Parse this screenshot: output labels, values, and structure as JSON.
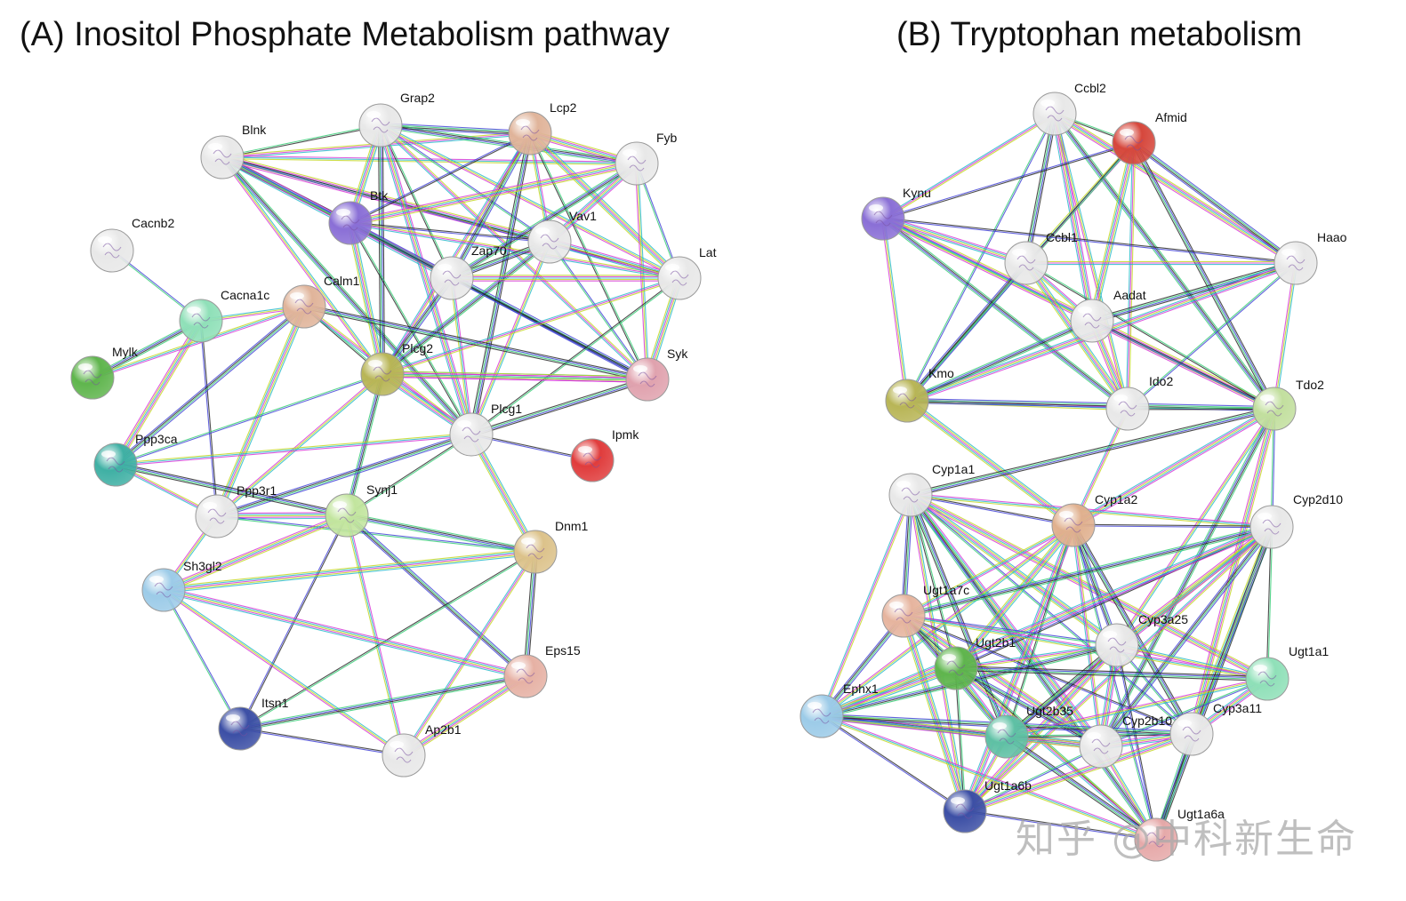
{
  "titles": {
    "a": "(A) Inositol Phosphate Metabolism pathway",
    "b": "(B) Tryptophan metabolism"
  },
  "watermark": "知乎 @中科新生命",
  "edge_colors": [
    "#2ecc71",
    "#c2d61a",
    "#222222",
    "#d62fd6",
    "#3b3bd6",
    "#21b8c9"
  ],
  "network_a": {
    "nodes": [
      {
        "id": "Blnk",
        "color": "#e8e8e8"
      },
      {
        "id": "Grap2",
        "color": "#e8e8e8"
      },
      {
        "id": "Lcp2",
        "color": "#e0b49a"
      },
      {
        "id": "Fyb",
        "color": "#e8e8e8"
      },
      {
        "id": "Btk",
        "color": "#8a6fd6"
      },
      {
        "id": "Vav1",
        "color": "#e8e8e8"
      },
      {
        "id": "Cacnb2",
        "color": "#e8e8e8"
      },
      {
        "id": "Zap70",
        "color": "#e8e8e8"
      },
      {
        "id": "Lat",
        "color": "#e8e8e8"
      },
      {
        "id": "Calm1",
        "color": "#e0b49a"
      },
      {
        "id": "Cacna1c",
        "color": "#8fe0b8"
      },
      {
        "id": "Mylk",
        "color": "#5fb54d"
      },
      {
        "id": "Plcg2",
        "color": "#b8b556"
      },
      {
        "id": "Syk",
        "color": "#e0a2ae"
      },
      {
        "id": "Plcg1",
        "color": "#e8e8e8"
      },
      {
        "id": "Ipmk",
        "color": "#e03c3c"
      },
      {
        "id": "Ppp3ca",
        "color": "#3fb0a4"
      },
      {
        "id": "Ppp3r1",
        "color": "#e8e8e8"
      },
      {
        "id": "Synj1",
        "color": "#c2e59e"
      },
      {
        "id": "Dnm1",
        "color": "#dcc28a"
      },
      {
        "id": "Sh3gl2",
        "color": "#9ccbe8"
      },
      {
        "id": "Eps15",
        "color": "#e6b1a4"
      },
      {
        "id": "Itsn1",
        "color": "#3c4fa5"
      },
      {
        "id": "Ap2b1",
        "color": "#e8e8e8"
      }
    ],
    "edges": [
      [
        "Blnk",
        "Grap2"
      ],
      [
        "Blnk",
        "Lcp2"
      ],
      [
        "Blnk",
        "Btk"
      ],
      [
        "Blnk",
        "Zap70"
      ],
      [
        "Blnk",
        "Syk"
      ],
      [
        "Blnk",
        "Plcg2"
      ],
      [
        "Blnk",
        "Plcg1"
      ],
      [
        "Blnk",
        "Vav1"
      ],
      [
        "Blnk",
        "Lat"
      ],
      [
        "Blnk",
        "Fyb"
      ],
      [
        "Grap2",
        "Lcp2"
      ],
      [
        "Grap2",
        "Btk"
      ],
      [
        "Grap2",
        "Zap70"
      ],
      [
        "Grap2",
        "Syk"
      ],
      [
        "Grap2",
        "Plcg2"
      ],
      [
        "Grap2",
        "Plcg1"
      ],
      [
        "Grap2",
        "Vav1"
      ],
      [
        "Grap2",
        "Lat"
      ],
      [
        "Grap2",
        "Fyb"
      ],
      [
        "Lcp2",
        "Fyb"
      ],
      [
        "Lcp2",
        "Btk"
      ],
      [
        "Lcp2",
        "Vav1"
      ],
      [
        "Lcp2",
        "Zap70"
      ],
      [
        "Lcp2",
        "Lat"
      ],
      [
        "Lcp2",
        "Syk"
      ],
      [
        "Lcp2",
        "Plcg2"
      ],
      [
        "Lcp2",
        "Plcg1"
      ],
      [
        "Fyb",
        "Vav1"
      ],
      [
        "Fyb",
        "Lat"
      ],
      [
        "Fyb",
        "Syk"
      ],
      [
        "Fyb",
        "Zap70"
      ],
      [
        "Fyb",
        "Btk"
      ],
      [
        "Btk",
        "Vav1"
      ],
      [
        "Btk",
        "Zap70"
      ],
      [
        "Btk",
        "Syk"
      ],
      [
        "Btk",
        "Plcg2"
      ],
      [
        "Btk",
        "Plcg1"
      ],
      [
        "Btk",
        "Lat"
      ],
      [
        "Vav1",
        "Zap70"
      ],
      [
        "Vav1",
        "Lat"
      ],
      [
        "Vav1",
        "Syk"
      ],
      [
        "Vav1",
        "Plcg1"
      ],
      [
        "Vav1",
        "Plcg2"
      ],
      [
        "Zap70",
        "Lat"
      ],
      [
        "Zap70",
        "Syk"
      ],
      [
        "Zap70",
        "Plcg1"
      ],
      [
        "Zap70",
        "Plcg2"
      ],
      [
        "Lat",
        "Syk"
      ],
      [
        "Lat",
        "Plcg1"
      ],
      [
        "Lat",
        "Plcg2"
      ],
      [
        "Syk",
        "Plcg1"
      ],
      [
        "Syk",
        "Plcg2"
      ],
      [
        "Cacnb2",
        "Cacna1c"
      ],
      [
        "Cacna1c",
        "Calm1"
      ],
      [
        "Cacna1c",
        "Mylk"
      ],
      [
        "Cacna1c",
        "Ppp3ca"
      ],
      [
        "Cacna1c",
        "Ppp3r1"
      ],
      [
        "Calm1",
        "Mylk"
      ],
      [
        "Calm1",
        "Ppp3ca"
      ],
      [
        "Calm1",
        "Ppp3r1"
      ],
      [
        "Calm1",
        "Plcg2"
      ],
      [
        "Calm1",
        "Plcg1"
      ],
      [
        "Calm1",
        "Syk"
      ],
      [
        "Plcg2",
        "Plcg1"
      ],
      [
        "Plcg2",
        "Ppp3ca"
      ],
      [
        "Plcg2",
        "Ppp3r1"
      ],
      [
        "Plcg2",
        "Synj1"
      ],
      [
        "Plcg2",
        "Syk"
      ],
      [
        "Plcg1",
        "Ipmk"
      ],
      [
        "Plcg1",
        "Ppp3ca"
      ],
      [
        "Plcg1",
        "Ppp3r1"
      ],
      [
        "Plcg1",
        "Dnm1"
      ],
      [
        "Plcg1",
        "Synj1"
      ],
      [
        "Ppp3ca",
        "Ppp3r1"
      ],
      [
        "Ppp3ca",
        "Synj1"
      ],
      [
        "Ppp3r1",
        "Synj1"
      ],
      [
        "Ppp3r1",
        "Dnm1"
      ],
      [
        "Ppp3r1",
        "Sh3gl2"
      ],
      [
        "Synj1",
        "Dnm1"
      ],
      [
        "Synj1",
        "Sh3gl2"
      ],
      [
        "Synj1",
        "Itsn1"
      ],
      [
        "Synj1",
        "Ap2b1"
      ],
      [
        "Synj1",
        "Eps15"
      ],
      [
        "Dnm1",
        "Sh3gl2"
      ],
      [
        "Dnm1",
        "Itsn1"
      ],
      [
        "Dnm1",
        "Ap2b1"
      ],
      [
        "Dnm1",
        "Eps15"
      ],
      [
        "Sh3gl2",
        "Eps15"
      ],
      [
        "Sh3gl2",
        "Itsn1"
      ],
      [
        "Sh3gl2",
        "Ap2b1"
      ],
      [
        "Eps15",
        "Itsn1"
      ],
      [
        "Eps15",
        "Ap2b1"
      ],
      [
        "Itsn1",
        "Ap2b1"
      ]
    ]
  },
  "network_b": {
    "nodes": [
      {
        "id": "Ccbl2",
        "color": "#e8e8e8"
      },
      {
        "id": "Afmid",
        "color": "#d6473c"
      },
      {
        "id": "Kynu",
        "color": "#8a6fd6"
      },
      {
        "id": "Ccbl1",
        "color": "#e8e8e8"
      },
      {
        "id": "Haao",
        "color": "#e8e8e8"
      },
      {
        "id": "Aadat",
        "color": "#e8e8e8"
      },
      {
        "id": "Kmo",
        "color": "#b8b556"
      },
      {
        "id": "Ido2",
        "color": "#e8e8e8"
      },
      {
        "id": "Tdo2",
        "color": "#c2df9e"
      },
      {
        "id": "Cyp1a1",
        "color": "#e8e8e8"
      },
      {
        "id": "Cyp1a2",
        "color": "#e0b08e"
      },
      {
        "id": "Cyp2d10",
        "color": "#e8e8e8"
      },
      {
        "id": "Ugt1a7c",
        "color": "#e6b49e"
      },
      {
        "id": "Cyp3a25",
        "color": "#e8e8e8"
      },
      {
        "id": "Ugt2b1",
        "color": "#5fb54d"
      },
      {
        "id": "Ugt1a1",
        "color": "#8fe0b8"
      },
      {
        "id": "Ephx1",
        "color": "#9ccbe8"
      },
      {
        "id": "Ugt2b35",
        "color": "#5ec0a4"
      },
      {
        "id": "Cyp2b10",
        "color": "#e8e8e8"
      },
      {
        "id": "Cyp3a11",
        "color": "#e8e8e8"
      },
      {
        "id": "Ugt1a6b",
        "color": "#3c4fa5"
      },
      {
        "id": "Ugt1a6a",
        "color": "#e6a9a9"
      }
    ],
    "edges": [
      [
        "Ccbl2",
        "Afmid"
      ],
      [
        "Ccbl2",
        "Kynu"
      ],
      [
        "Ccbl2",
        "Ccbl1"
      ],
      [
        "Ccbl2",
        "Aadat"
      ],
      [
        "Ccbl2",
        "Kmo"
      ],
      [
        "Ccbl2",
        "Ido2"
      ],
      [
        "Ccbl2",
        "Tdo2"
      ],
      [
        "Ccbl2",
        "Haao"
      ],
      [
        "Afmid",
        "Kynu"
      ],
      [
        "Afmid",
        "Ccbl1"
      ],
      [
        "Afmid",
        "Haao"
      ],
      [
        "Afmid",
        "Aadat"
      ],
      [
        "Afmid",
        "Kmo"
      ],
      [
        "Afmid",
        "Ido2"
      ],
      [
        "Afmid",
        "Tdo2"
      ],
      [
        "Kynu",
        "Ccbl1"
      ],
      [
        "Kynu",
        "Aadat"
      ],
      [
        "Kynu",
        "Kmo"
      ],
      [
        "Kynu",
        "Ido2"
      ],
      [
        "Kynu",
        "Tdo2"
      ],
      [
        "Kynu",
        "Haao"
      ],
      [
        "Ccbl1",
        "Aadat"
      ],
      [
        "Ccbl1",
        "Kmo"
      ],
      [
        "Ccbl1",
        "Ido2"
      ],
      [
        "Ccbl1",
        "Tdo2"
      ],
      [
        "Ccbl1",
        "Haao"
      ],
      [
        "Haao",
        "Aadat"
      ],
      [
        "Haao",
        "Kmo"
      ],
      [
        "Haao",
        "Ido2"
      ],
      [
        "Haao",
        "Tdo2"
      ],
      [
        "Aadat",
        "Kmo"
      ],
      [
        "Aadat",
        "Ido2"
      ],
      [
        "Aadat",
        "Tdo2"
      ],
      [
        "Kmo",
        "Ido2"
      ],
      [
        "Kmo",
        "Tdo2"
      ],
      [
        "Kmo",
        "Cyp1a2"
      ],
      [
        "Ido2",
        "Tdo2"
      ],
      [
        "Ido2",
        "Cyp1a2"
      ],
      [
        "Tdo2",
        "Cyp1a1"
      ],
      [
        "Tdo2",
        "Cyp1a2"
      ],
      [
        "Tdo2",
        "Cyp2d10"
      ],
      [
        "Tdo2",
        "Cyp3a25"
      ],
      [
        "Tdo2",
        "Cyp2b10"
      ],
      [
        "Tdo2",
        "Cyp3a11"
      ],
      [
        "Cyp1a1",
        "Cyp1a2"
      ],
      [
        "Cyp1a1",
        "Cyp2d10"
      ],
      [
        "Cyp1a1",
        "Ugt1a7c"
      ],
      [
        "Cyp1a1",
        "Cyp3a25"
      ],
      [
        "Cyp1a1",
        "Ugt2b1"
      ],
      [
        "Cyp1a1",
        "Ephx1"
      ],
      [
        "Cyp1a1",
        "Ugt2b35"
      ],
      [
        "Cyp1a1",
        "Cyp2b10"
      ],
      [
        "Cyp1a1",
        "Cyp3a11"
      ],
      [
        "Cyp1a1",
        "Ugt1a6b"
      ],
      [
        "Cyp1a1",
        "Ugt1a6a"
      ],
      [
        "Cyp1a1",
        "Ugt1a1"
      ],
      [
        "Cyp1a2",
        "Cyp2d10"
      ],
      [
        "Cyp1a2",
        "Ugt1a7c"
      ],
      [
        "Cyp1a2",
        "Cyp3a25"
      ],
      [
        "Cyp1a2",
        "Ugt2b1"
      ],
      [
        "Cyp1a2",
        "Ugt2b35"
      ],
      [
        "Cyp1a2",
        "Cyp2b10"
      ],
      [
        "Cyp1a2",
        "Cyp3a11"
      ],
      [
        "Cyp1a2",
        "Ugt1a6b"
      ],
      [
        "Cyp1a2",
        "Ugt1a6a"
      ],
      [
        "Cyp1a2",
        "Ephx1"
      ],
      [
        "Cyp2d10",
        "Ugt1a7c"
      ],
      [
        "Cyp2d10",
        "Cyp3a25"
      ],
      [
        "Cyp2d10",
        "Ugt2b1"
      ],
      [
        "Cyp2d10",
        "Ugt2b35"
      ],
      [
        "Cyp2d10",
        "Cyp2b10"
      ],
      [
        "Cyp2d10",
        "Cyp3a11"
      ],
      [
        "Cyp2d10",
        "Ugt1a1"
      ],
      [
        "Cyp2d10",
        "Ugt1a6b"
      ],
      [
        "Cyp2d10",
        "Ugt1a6a"
      ],
      [
        "Cyp2d10",
        "Ephx1"
      ],
      [
        "Ugt1a7c",
        "Cyp3a25"
      ],
      [
        "Ugt1a7c",
        "Ugt2b1"
      ],
      [
        "Ugt1a7c",
        "Ugt2b35"
      ],
      [
        "Ugt1a7c",
        "Cyp2b10"
      ],
      [
        "Ugt1a7c",
        "Cyp3a11"
      ],
      [
        "Ugt1a7c",
        "Ugt1a1"
      ],
      [
        "Ugt1a7c",
        "Ephx1"
      ],
      [
        "Ugt1a7c",
        "Ugt1a6b"
      ],
      [
        "Ugt1a7c",
        "Ugt1a6a"
      ],
      [
        "Cyp3a25",
        "Ugt2b1"
      ],
      [
        "Cyp3a25",
        "Ugt2b35"
      ],
      [
        "Cyp3a25",
        "Cyp2b10"
      ],
      [
        "Cyp3a25",
        "Cyp3a11"
      ],
      [
        "Cyp3a25",
        "Ugt1a1"
      ],
      [
        "Cyp3a25",
        "Ephx1"
      ],
      [
        "Cyp3a25",
        "Ugt1a6b"
      ],
      [
        "Cyp3a25",
        "Ugt1a6a"
      ],
      [
        "Ugt2b1",
        "Ugt2b35"
      ],
      [
        "Ugt2b1",
        "Cyp2b10"
      ],
      [
        "Ugt2b1",
        "Ephx1"
      ],
      [
        "Ugt2b1",
        "Ugt1a6b"
      ],
      [
        "Ugt2b1",
        "Ugt1a6a"
      ],
      [
        "Ugt2b1",
        "Ugt1a1"
      ],
      [
        "Ugt1a1",
        "Cyp3a11"
      ],
      [
        "Ugt1a1",
        "Cyp2b10"
      ],
      [
        "Ugt1a1",
        "Ugt2b35"
      ],
      [
        "Ephx1",
        "Ugt2b35"
      ],
      [
        "Ephx1",
        "Cyp2b10"
      ],
      [
        "Ephx1",
        "Ugt1a6b"
      ],
      [
        "Ephx1",
        "Ugt1a6a"
      ],
      [
        "Ephx1",
        "Cyp3a11"
      ],
      [
        "Ugt2b35",
        "Cyp2b10"
      ],
      [
        "Ugt2b35",
        "Cyp3a11"
      ],
      [
        "Ugt2b35",
        "Ugt1a6b"
      ],
      [
        "Ugt2b35",
        "Ugt1a6a"
      ],
      [
        "Cyp2b10",
        "Cyp3a11"
      ],
      [
        "Cyp2b10",
        "Ugt1a6b"
      ],
      [
        "Cyp2b10",
        "Ugt1a6a"
      ],
      [
        "Cyp3a11",
        "Ugt1a6a"
      ],
      [
        "Cyp3a11",
        "Ugt1a6b"
      ],
      [
        "Ugt1a6b",
        "Ugt1a6a"
      ]
    ]
  }
}
